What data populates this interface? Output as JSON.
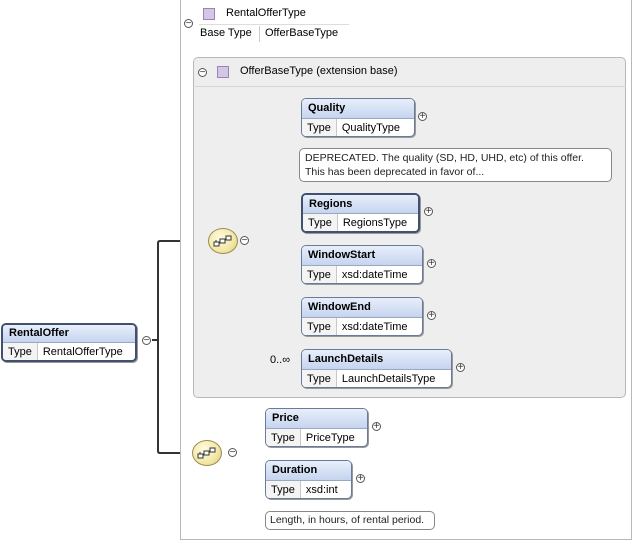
{
  "complex_type": {
    "name": "RentalOfferType",
    "base_type_label": "Base Type",
    "base_type_value": "OfferBaseType"
  },
  "extension": {
    "title": "OfferBaseType (extension base)"
  },
  "root_element": {
    "name": "RentalOffer",
    "type_label": "Type",
    "type_value": "RentalOfferType"
  },
  "base_elements": [
    {
      "name": "Quality",
      "type_label": "Type",
      "type_value": "QualityType",
      "note": "DEPRECATED. The quality (SD, HD, UHD, etc) of this offer. This has been deprecated in favor of..."
    },
    {
      "name": "Regions",
      "type_label": "Type",
      "type_value": "RegionsType"
    },
    {
      "name": "WindowStart",
      "type_label": "Type",
      "type_value": "xsd:dateTime"
    },
    {
      "name": "WindowEnd",
      "type_label": "Type",
      "type_value": "xsd:dateTime"
    },
    {
      "name": "LaunchDetails",
      "type_label": "Type",
      "type_value": "LaunchDetailsType",
      "cardinality": "0..∞"
    }
  ],
  "own_elements": [
    {
      "name": "Price",
      "type_label": "Type",
      "type_value": "PriceType"
    },
    {
      "name": "Duration",
      "type_label": "Type",
      "type_value": "xsd:int",
      "note": "Length, in hours, of rental period."
    }
  ],
  "icons": {
    "collapse": "minus-circle-icon",
    "expand": "plus-circle-icon",
    "sequence": "sequence-compositor-icon",
    "complex_type": "complex-type-icon"
  }
}
